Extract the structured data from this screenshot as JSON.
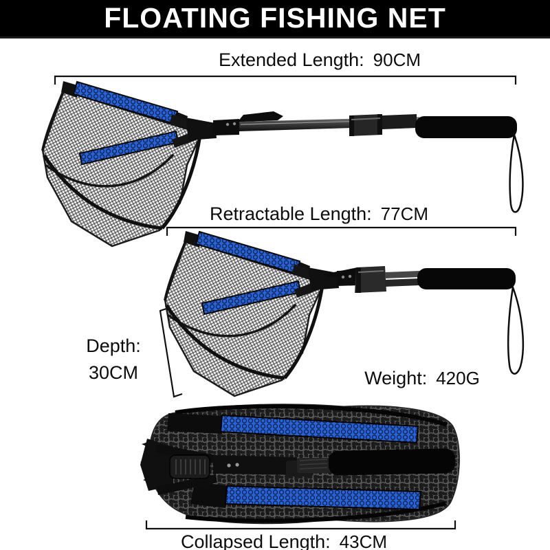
{
  "banner": {
    "title": "FLOATING FISHING NET"
  },
  "specs": {
    "extended": {
      "label": "Extended Length:",
      "value": "90CM"
    },
    "retractable": {
      "label": "Retractable Length:",
      "value": "77CM"
    },
    "depth": {
      "label": "Depth:",
      "value": "30CM"
    },
    "weight": {
      "label": "Weight:",
      "value": "420G"
    },
    "collapsed": {
      "label": "Collapsed Length:",
      "value": "43CM"
    }
  },
  "figures": {
    "extended": "extended-net-photo",
    "retracted": "retracted-net-photo",
    "collapsed": "folded-net-bundle-photo"
  },
  "colors": {
    "accent_blue": "#2a63d9",
    "banner_bg": "#000000",
    "banner_text": "#ffffff",
    "text": "#0c0c0c",
    "measure_line": "#111111"
  }
}
